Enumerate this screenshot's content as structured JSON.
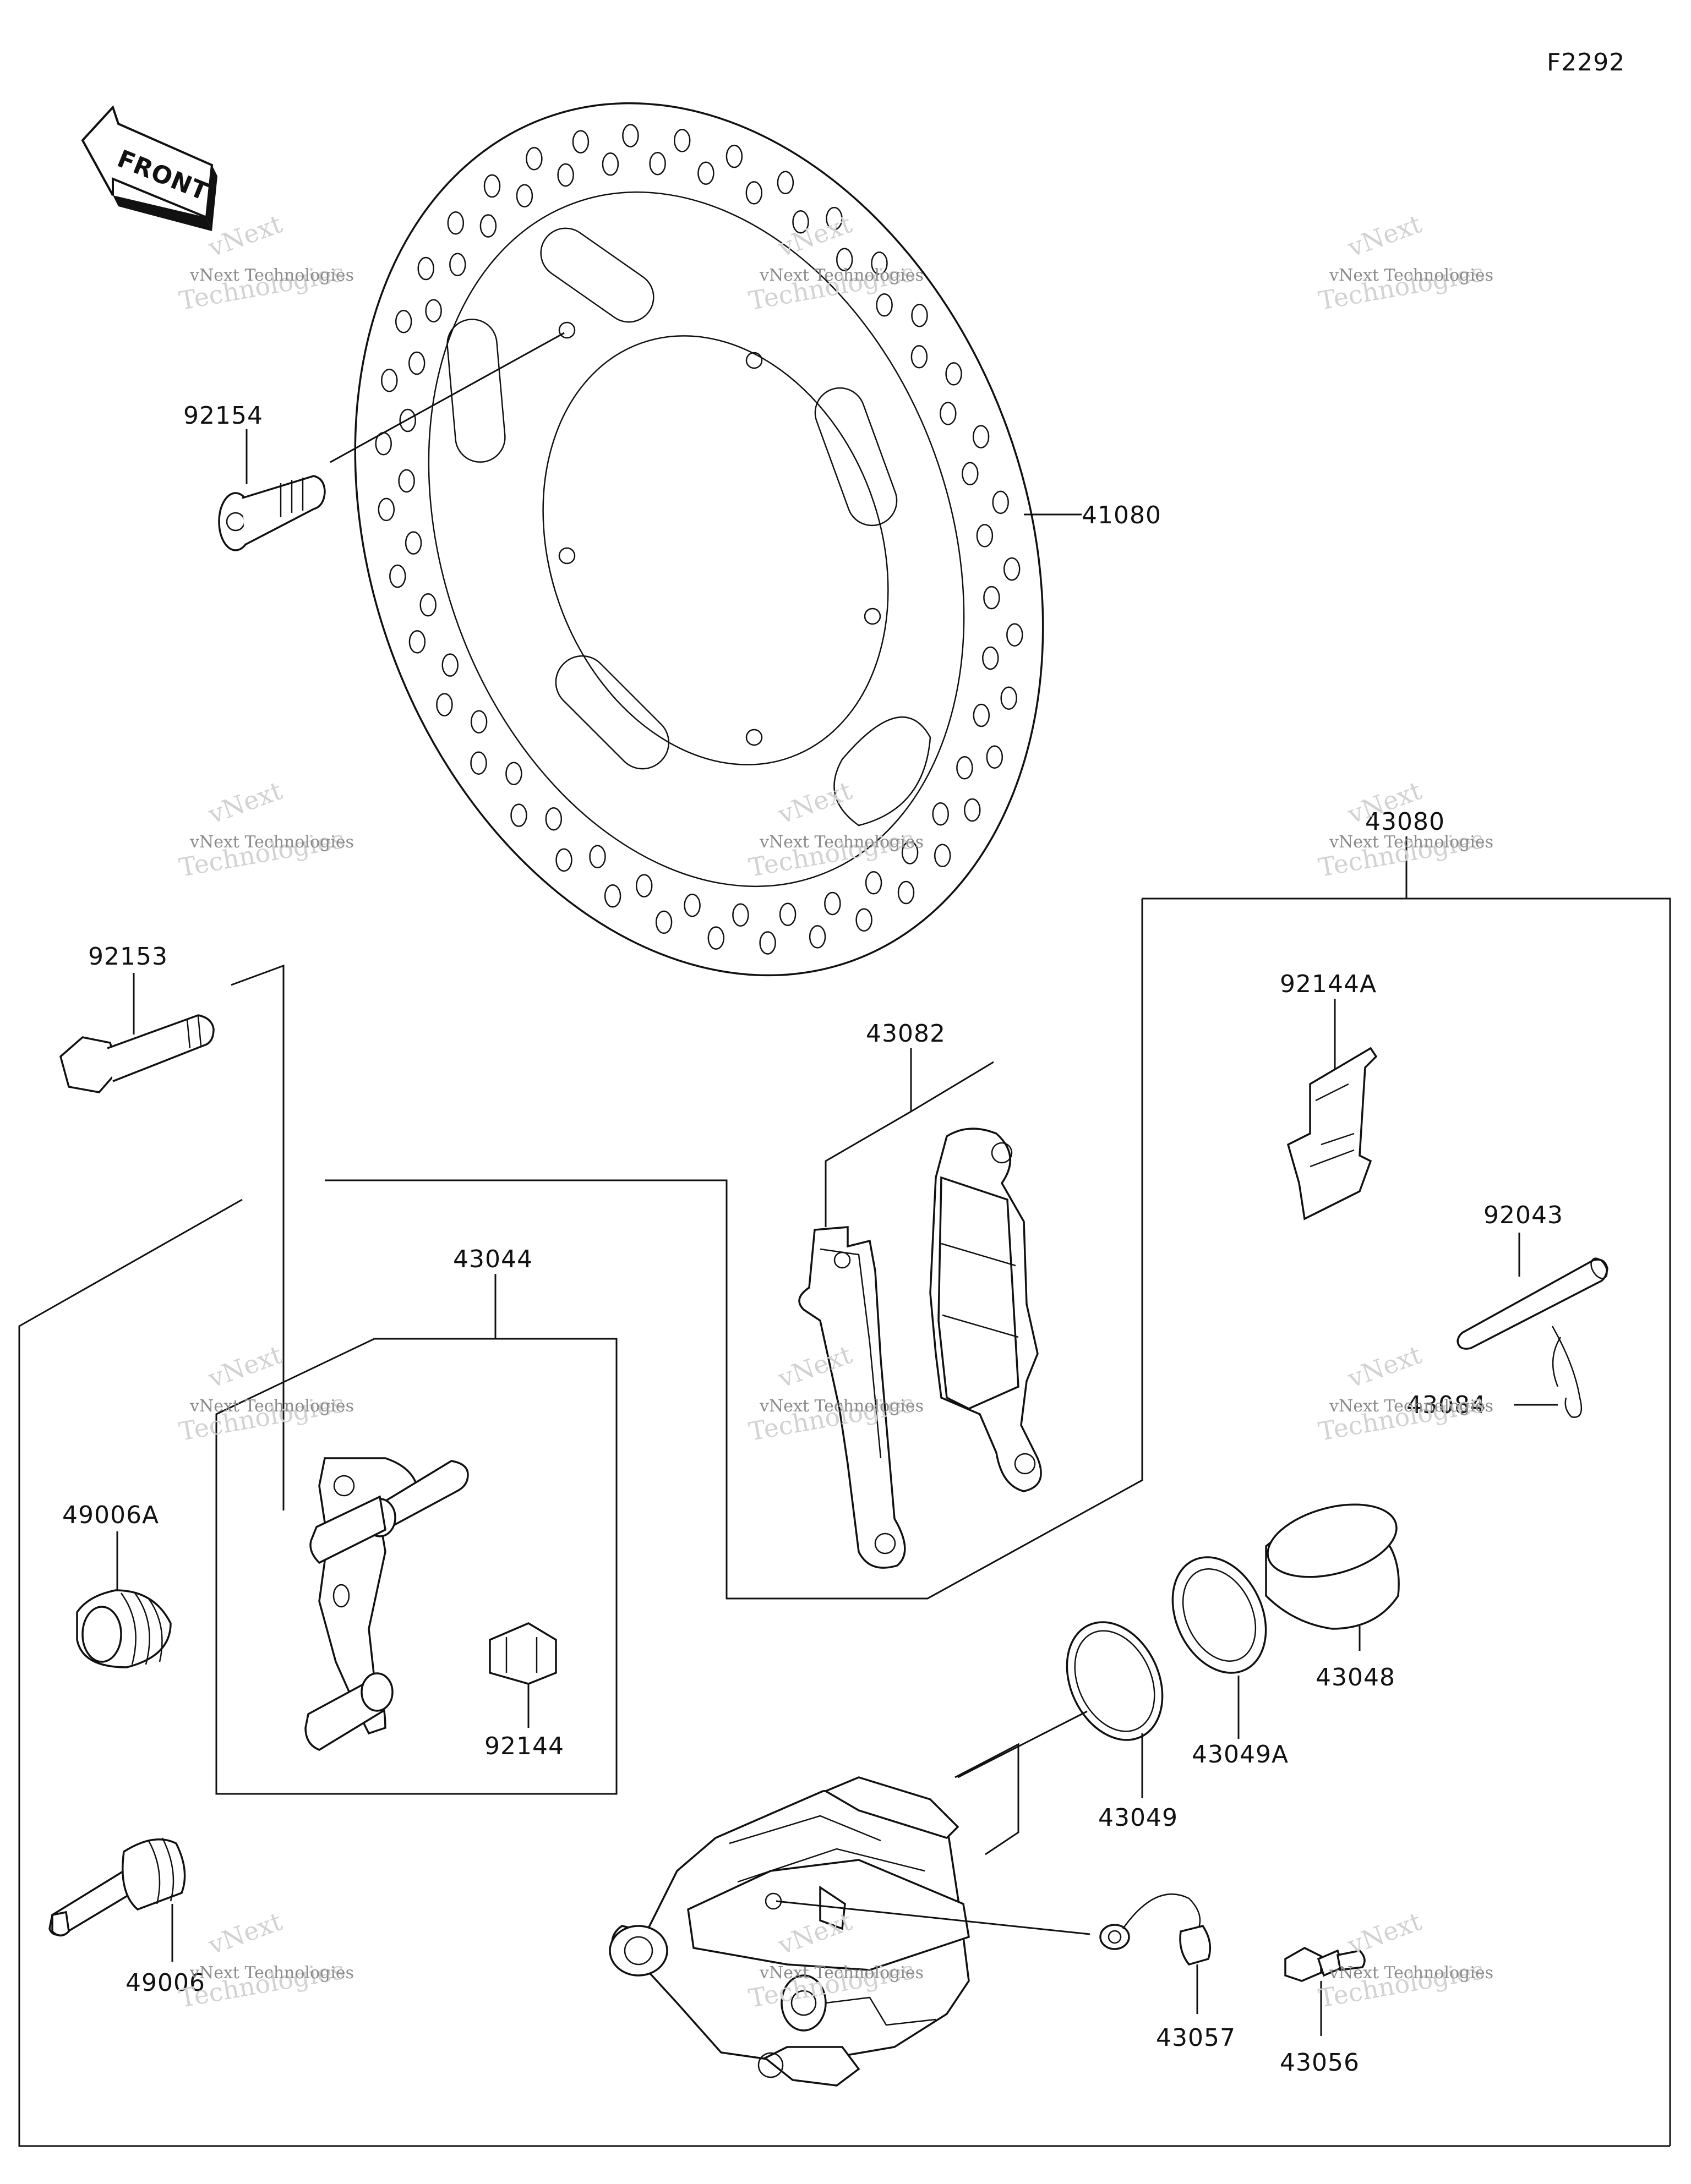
{
  "figure_code": "F2292",
  "front_arrow_label": "FRONT",
  "watermark": {
    "line1": "vNext Technologies",
    "line2": "Technologies",
    "line3": "vNext"
  },
  "parts": {
    "p92154": "92154",
    "p41080": "41080",
    "p43080": "43080",
    "p92153": "92153",
    "p43082": "43082",
    "p92144A": "92144A",
    "p92043": "92043",
    "p43084": "43084",
    "p43044": "43044",
    "p49006A": "49006A",
    "p92144": "92144",
    "p43048": "43048",
    "p43049A": "43049A",
    "p43049": "43049",
    "p49006": "49006",
    "p43057": "43057",
    "p43056": "43056"
  }
}
